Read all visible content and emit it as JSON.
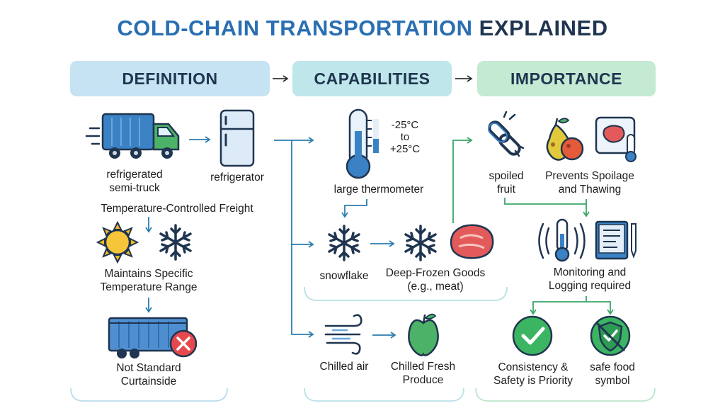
{
  "title": {
    "part1": "COLD-CHAIN TRANSPORTATION",
    "part2": "EXPLAINED"
  },
  "headers": {
    "definition": "DEFINITION",
    "capabilities": "CAPABILITIES",
    "importance": "IMPORTANCE"
  },
  "definition": {
    "truck_label": "refrigerated\nsemi-truck",
    "fridge_label": "refrigerator",
    "freight_label": "Temperature-Controlled Freight",
    "range_label": "Maintains Specific\nTemperature Range",
    "curtainside_label": "Not Standard\nCurtainside"
  },
  "capabilities": {
    "temp_range": {
      "low": "-25°C",
      "to": "to",
      "high": "+25°C"
    },
    "thermometer_label": "large thermometer",
    "snowflake_label": "snowflake",
    "frozen_label": "Deep-Frozen Goods\n(e.g., meat)",
    "chilled_air_label": "Chilled air",
    "produce_label": "Chilled Fresh\nProduce"
  },
  "importance": {
    "spoiled_label": "spoiled\nfruit",
    "prevents_label": "Prevents Spoilage\nand Thawing",
    "monitoring_label": "Monitoring and\nLogging required",
    "consistency_label": "Consistency &\nSafety is Priority",
    "safe_food_label": "safe food\nsymbol"
  },
  "colors": {
    "title_blue": "#2a6fb3",
    "title_dark": "#1f3550",
    "definition_pill": "#c6e3f3",
    "capabilities_pill": "#bfe6ea",
    "importance_pill": "#c4ead4",
    "arrow_blue": "#2a7dae",
    "arrow_green": "#3aa66a",
    "icon_blue": "#3b82c4",
    "icon_dark": "#1f3550",
    "red": "#e5484d",
    "green": "#3cb562"
  }
}
